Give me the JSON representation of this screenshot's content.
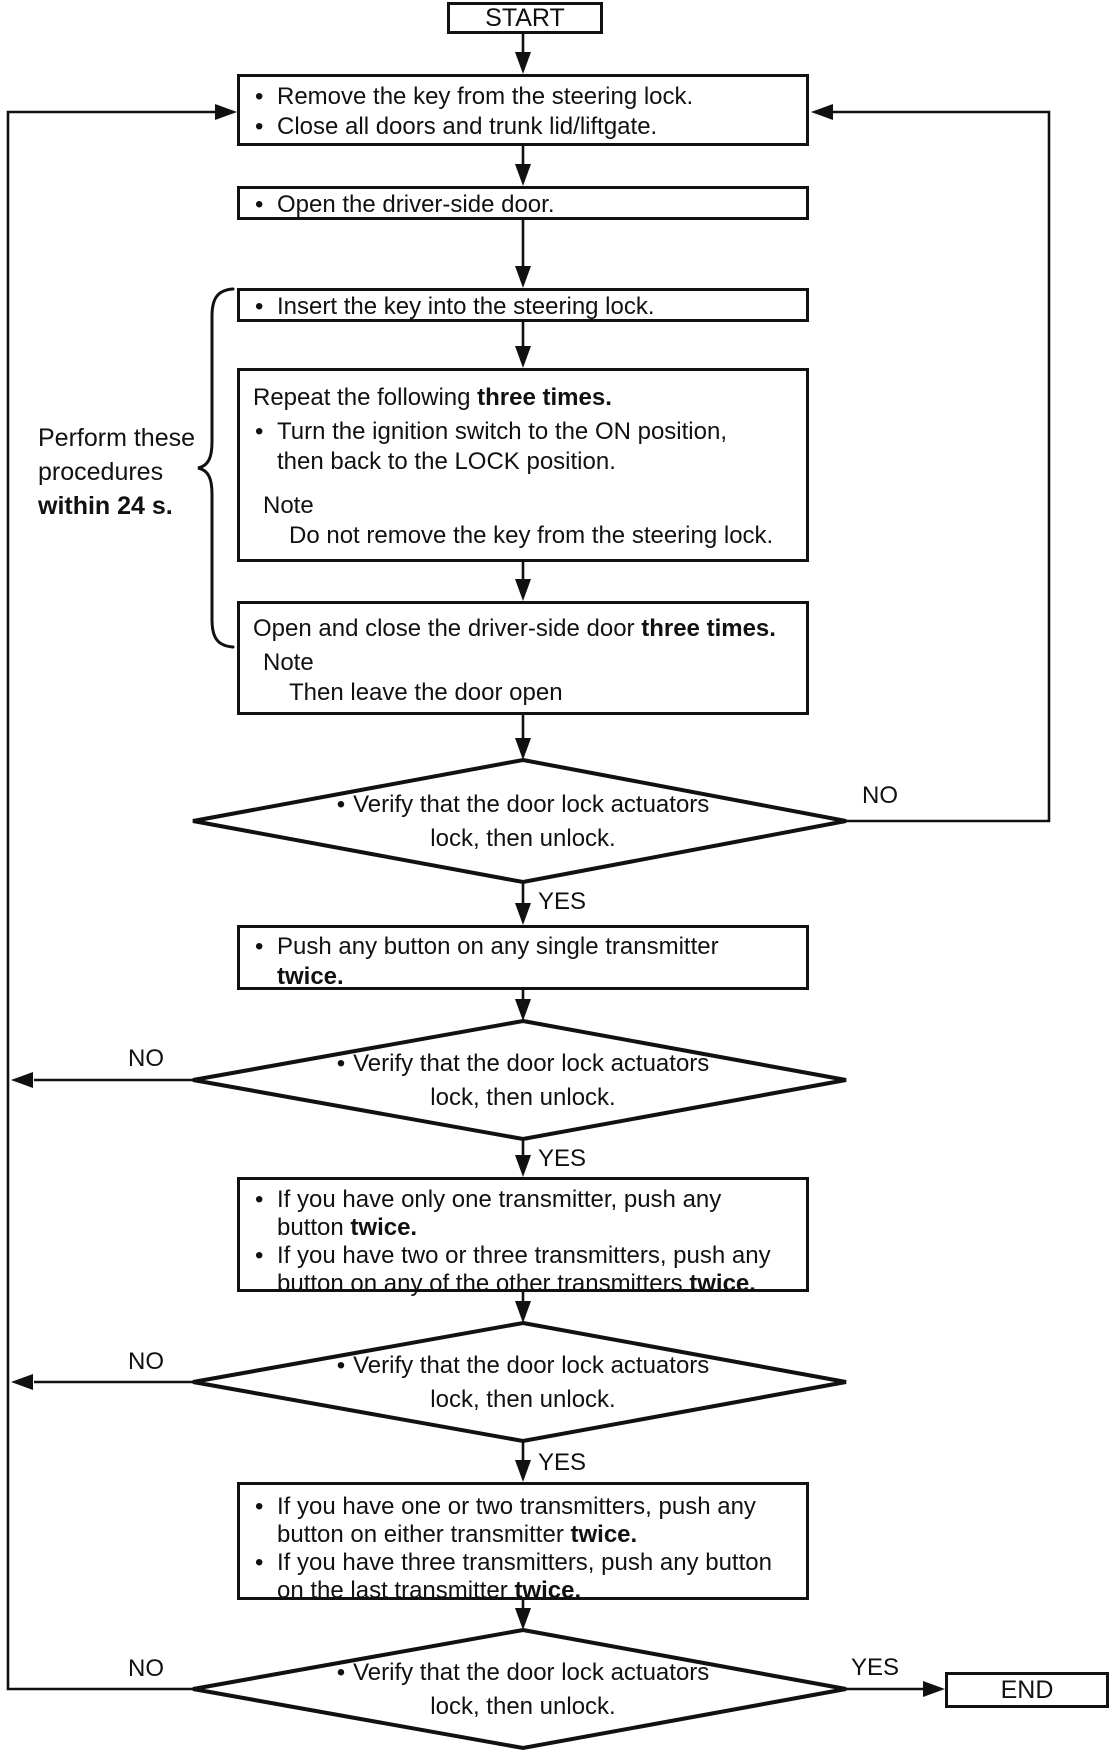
{
  "diagram": {
    "bullet_char": "•",
    "start_label": "START",
    "end_label": "END",
    "labels": {
      "yes": "YES",
      "no": "NO"
    },
    "side_note": {
      "line1": "Perform these",
      "line2": "procedures",
      "line3_bold": "within 24 s."
    },
    "boxes": {
      "remove_key": {
        "bullet1": "Remove the key from  the steering lock.",
        "bullet2": "Close all doors and trunk lid/liftgate."
      },
      "open_door": {
        "bullet1": "Open the driver-side door."
      },
      "insert_key": {
        "bullet1": "Insert the key into the steering lock."
      },
      "repeat_ignition": {
        "intro": "Repeat the following ",
        "intro_bold": "three times.",
        "bullet1_line1": "Turn the ignition switch to the ON position,",
        "bullet1_line2": "then back to the LOCK position.",
        "note_label": "Note",
        "note_text": "Do not remove the key from the steering lock."
      },
      "open_close_door": {
        "intro": "Open and close the driver-side door ",
        "intro_bold": "three times.",
        "note_label": "Note",
        "note_text": "Then leave the door open"
      },
      "push_any_button": {
        "bullet1_line1": "Push any button on any single transmitter",
        "bullet1_line2_bold": "twice."
      },
      "one_transmitter": {
        "bullet1_line1": "If you have only one transmitter, push any",
        "bullet1_line2": "button ",
        "bullet1_line2_bold": "twice.",
        "bullet2_line1": "If you have two or three transmitters, push any",
        "bullet2_line2": "button on any of the other transmitters ",
        "bullet2_line2_bold": "twice."
      },
      "last_transmitter": {
        "bullet1_line1": "If you have one or two transmitters, push any",
        "bullet1_line2": "button on either transmitter ",
        "bullet1_line2_bold": "twice.",
        "bullet2_line1": "If you have three transmitters, push any button",
        "bullet2_line2": "on the last transmitter ",
        "bullet2_line2_bold": "twice."
      }
    },
    "decision": {
      "line1": "Verify that the door lock actuators",
      "line2": "lock, then unlock."
    }
  }
}
